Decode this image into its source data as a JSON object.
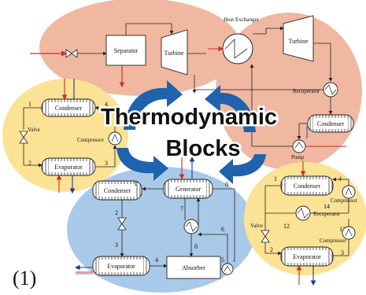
{
  "title_line1": "Thermodynamic",
  "title_line2": "Blocks",
  "figure_number": "(1)",
  "colors": {
    "top_cycle": "#f0b8a1",
    "right_cycle": "#f0b8a1",
    "left_cycle": "#fbe294",
    "bottom_right_cycle": "#fbe294",
    "center_cycle": "#a9c9e8",
    "arrow": "#1f62ae",
    "hot_stream": "#d62828",
    "cold_stream": "#1e3a8a"
  },
  "top_cycle": {
    "separator": "Separator",
    "turbine": "Turbine"
  },
  "right_cycle": {
    "heat_exchanger": "Heat Exchanger",
    "turbine": "Turbine",
    "recuperator": "Recuperator",
    "condenser": "Condenser",
    "pump": "Pump"
  },
  "left_cycle": {
    "condenser": "Condenser",
    "valve": "Valve",
    "compressor": "Compressor",
    "evaporator": "Evaporator",
    "numbers": [
      "1",
      "2",
      "3",
      "4"
    ]
  },
  "center_cycle": {
    "condenser": "Condenser",
    "generator": "Generator",
    "evaporator": "Evaporator",
    "absorber": "Absorber",
    "numbers": [
      "0",
      "1",
      "2",
      "3",
      "4",
      "5",
      "6",
      "7",
      "8"
    ]
  },
  "bottom_right_cycle": {
    "condenser": "Condenser",
    "compressor_top": "Compressor",
    "recuperator": "Recuperator",
    "valve": "Valve",
    "compressor_bottom": "Compressor",
    "evaporator": "Evaporator",
    "numbers": [
      "1",
      "2",
      "3",
      "4",
      "12",
      "13",
      "14"
    ]
  }
}
